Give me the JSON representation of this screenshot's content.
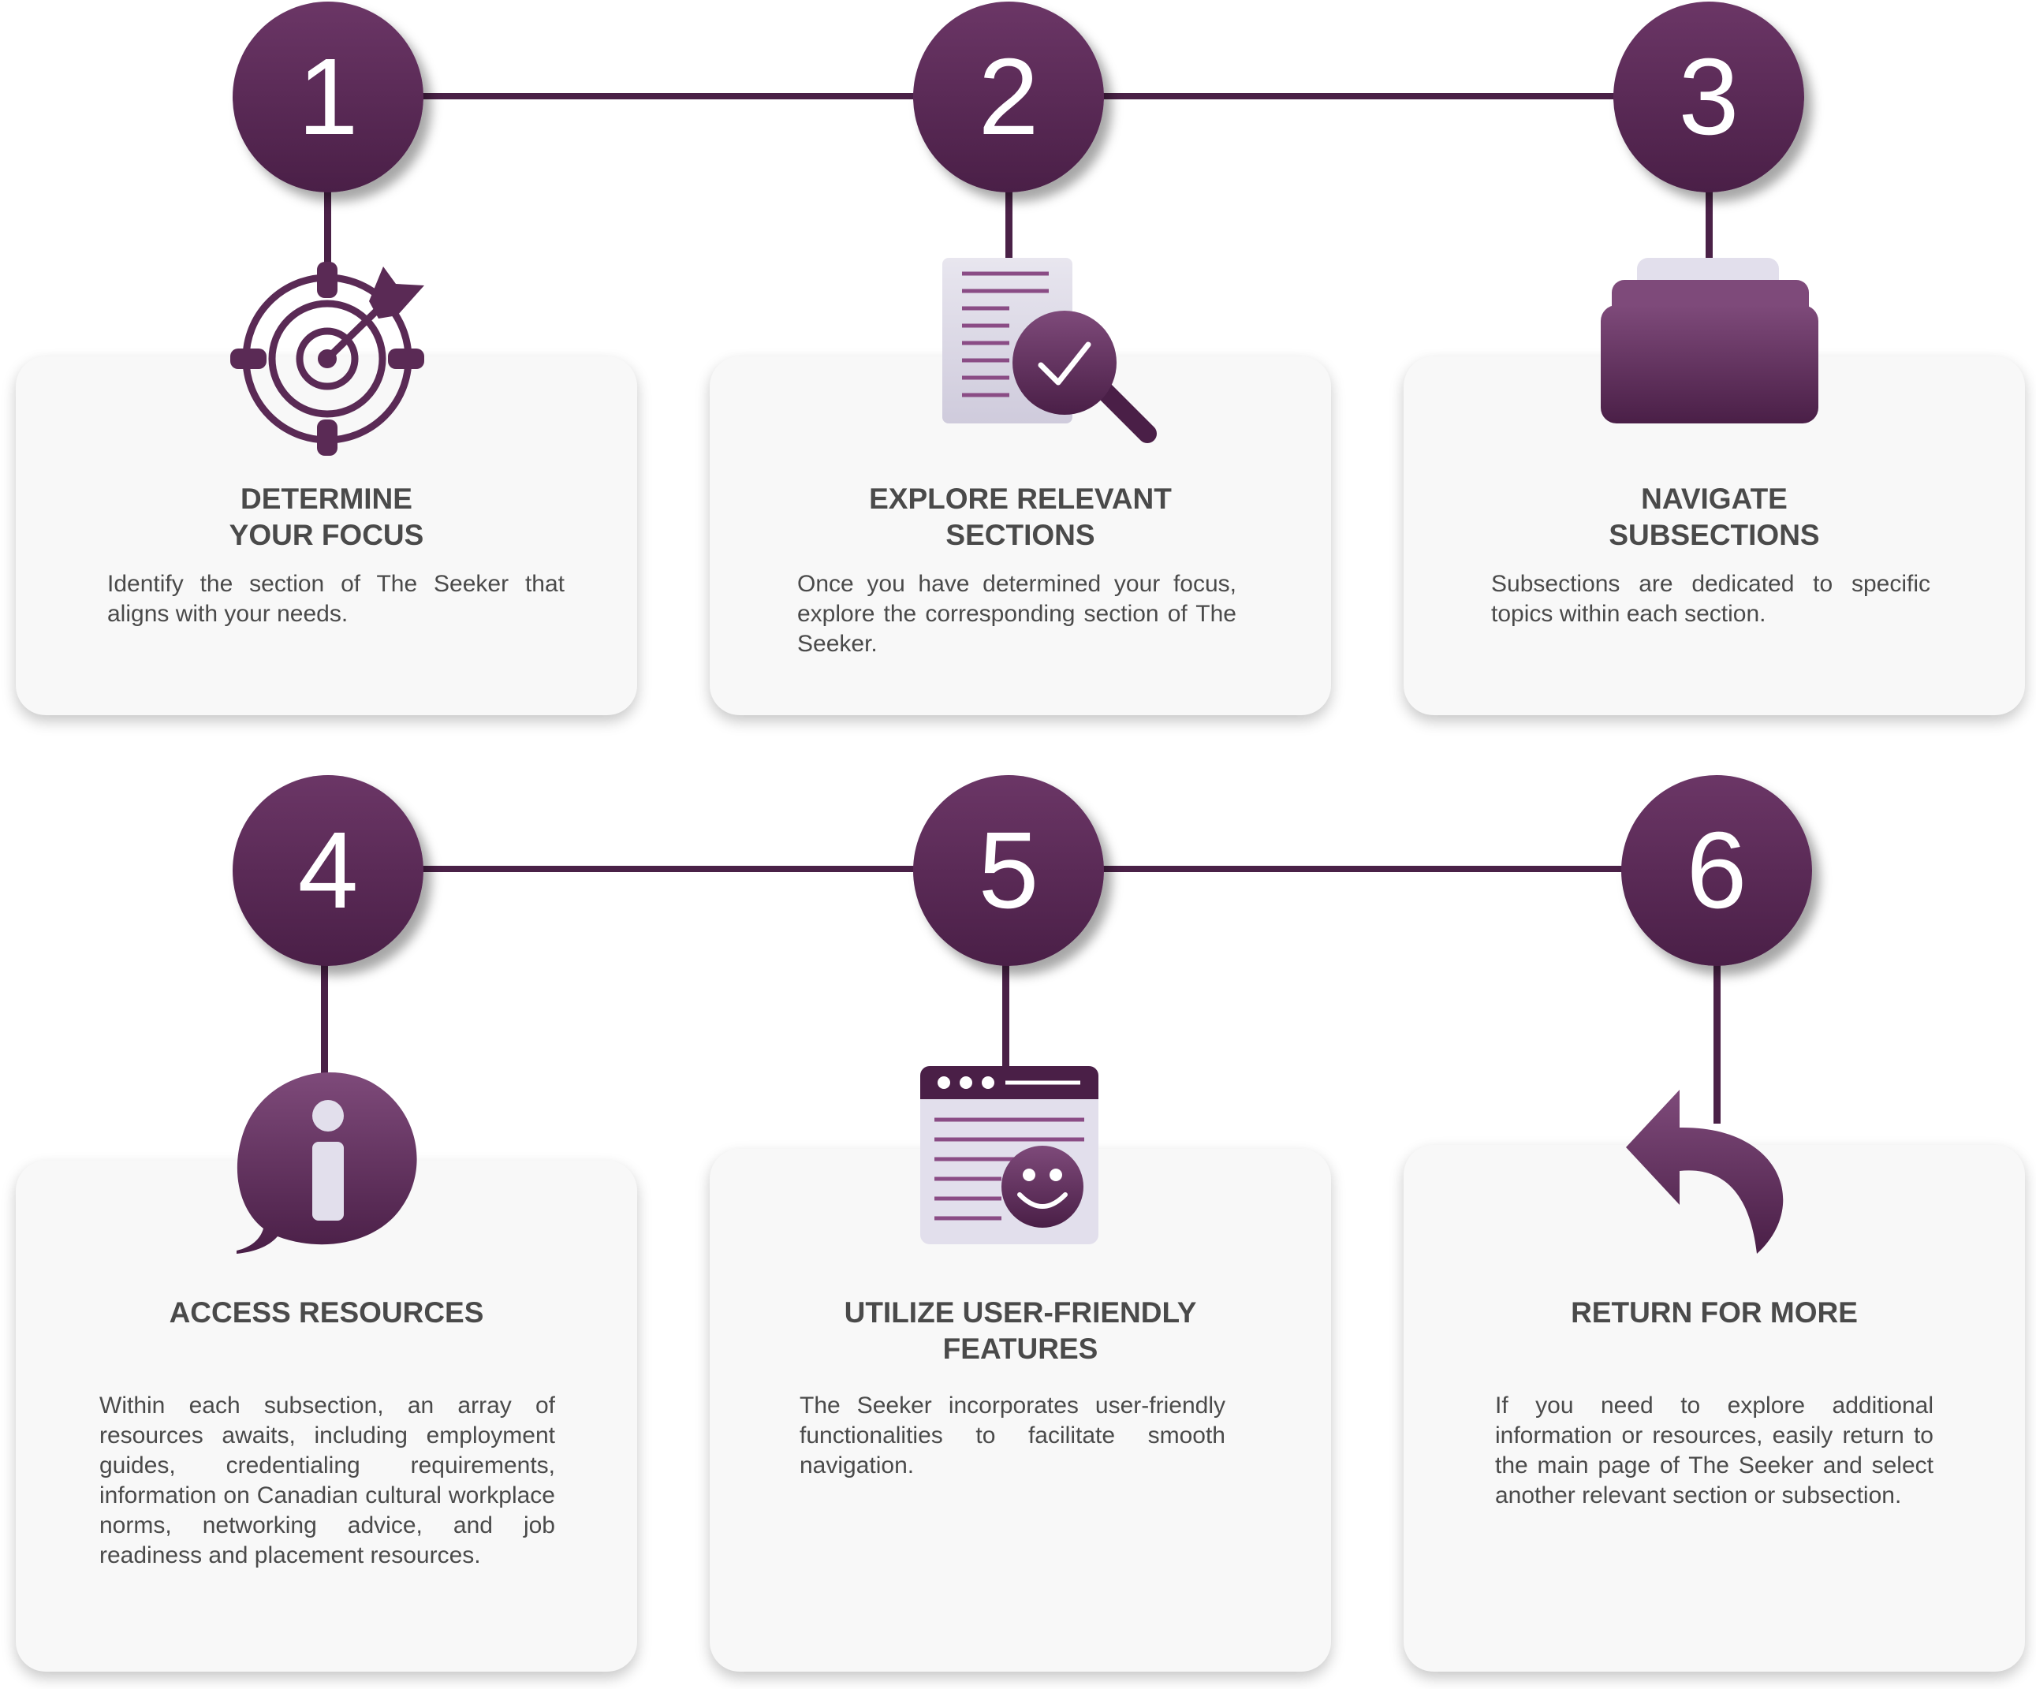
{
  "accent_color": "#5a2a55",
  "steps": [
    {
      "number": "1",
      "title": "DETERMINE\nYOUR FOCUS",
      "description": "Identify the section of The Seeker that aligns with your needs.",
      "icon": "target-icon"
    },
    {
      "number": "2",
      "title": "EXPLORE RELEVANT\nSECTIONS",
      "description": "Once you have determined your focus, explore the corresponding section of The Seeker.",
      "icon": "document-search-icon"
    },
    {
      "number": "3",
      "title": "NAVIGATE\nSUBSECTIONS",
      "description": "Subsections are dedicated to specific topics within each section.",
      "icon": "folder-icon"
    },
    {
      "number": "4",
      "title": "ACCESS RESOURCES",
      "description": "Within each subsection, an array of resources awaits, including employment guides, credentialing requirements, information on Canadian cultural workplace norms, networking advice, and job readiness and placement resources.",
      "icon": "info-bubble-icon"
    },
    {
      "number": "5",
      "title": "UTILIZE USER-FRIENDLY\nFEATURES",
      "description": "The Seeker incorporates user-friendly functionalities to facilitate smooth navigation.",
      "icon": "browser-smiley-icon"
    },
    {
      "number": "6",
      "title": "RETURN FOR MORE",
      "description": "If you need to explore additional information or resources, easily return to the main page of The Seeker and select another relevant section or subsection.",
      "icon": "return-arrow-icon"
    }
  ]
}
